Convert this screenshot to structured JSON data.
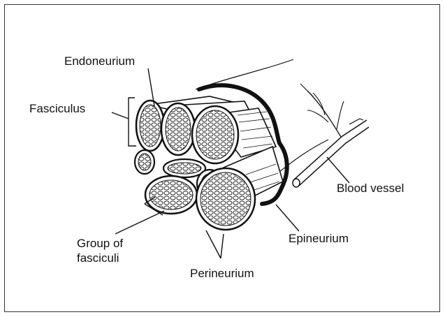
{
  "labels": {
    "endoneurium": "Endoneurium",
    "fasciculus": "Fasciculus",
    "group_line1": "Group of",
    "group_line2": "fasciculi",
    "perineurium": "Perineurium",
    "epineurium": "Epineurium",
    "blood_vessel": "Blood vessel"
  },
  "colors": {
    "ink": "#111111",
    "paper": "#ffffff"
  }
}
